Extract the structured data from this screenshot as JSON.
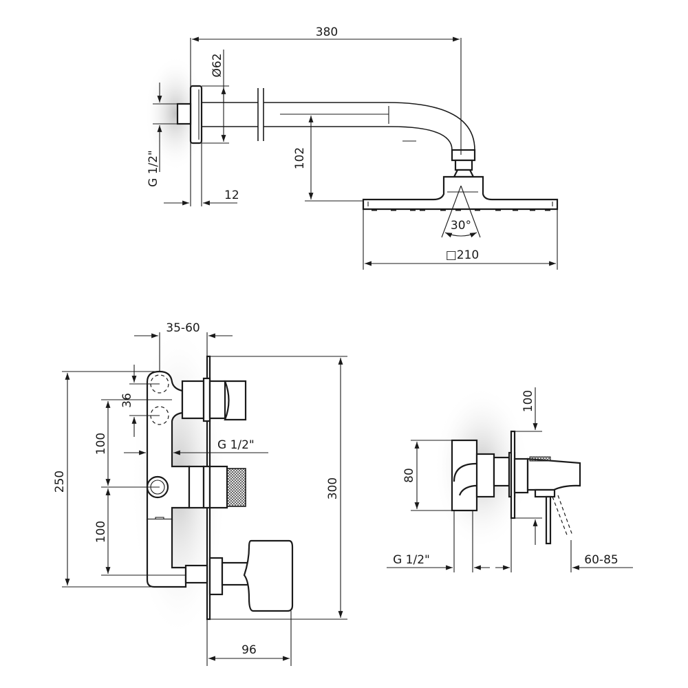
{
  "shower_arm_view": {
    "arm_length": "380",
    "flange_diameter": "Ø62",
    "thread_size": "G 1/2\"",
    "flange_depth": "12",
    "drop_height": "102",
    "spray_angle": "30°",
    "head_size": "□210"
  },
  "mixer_front_view": {
    "wall_depth": "35-60",
    "outlet_spacing": "36",
    "outlet_thread": "G 1/2\"",
    "spacing_upper": "100",
    "spacing_lower": "100",
    "body_height": "250",
    "plate_height": "300",
    "handle_projection": "96"
  },
  "diverter_side_view": {
    "body_height": "80",
    "lever_height": "100",
    "thread_size": "G 1/2\"",
    "wall_depth": "60-85"
  },
  "colors": {
    "line": "#1a1a1a",
    "shadow": "#c8c8c8"
  }
}
